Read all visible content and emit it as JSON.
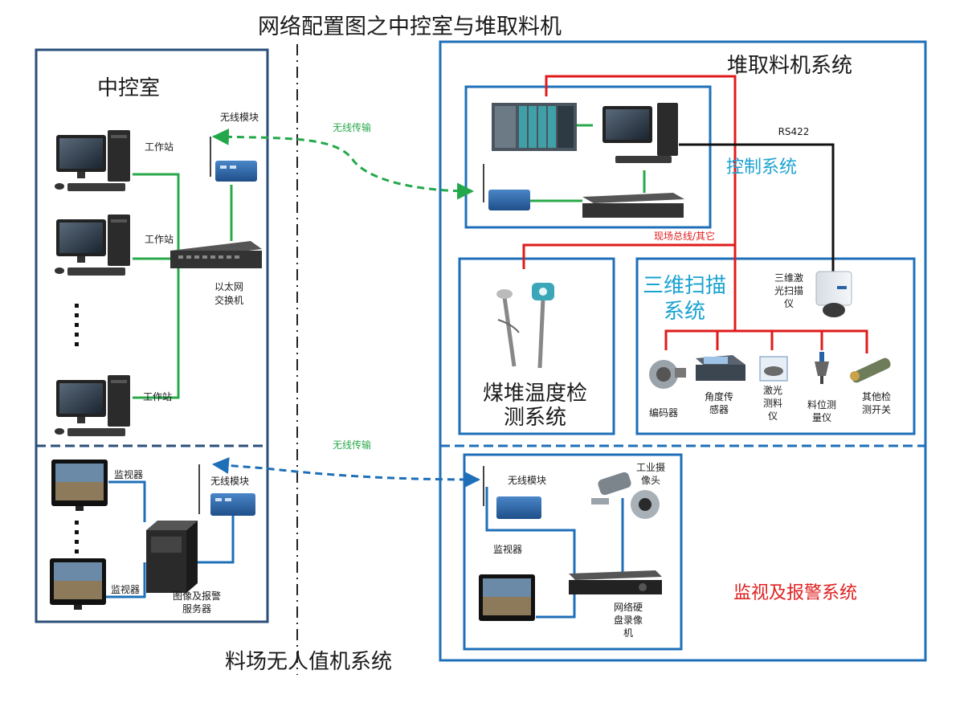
{
  "title": "网络配置图之中控室与堆取料机",
  "bottom_label": "料场无人值机系统",
  "control_room": {
    "title": "中控室",
    "workstation_label": "工作站",
    "wireless_module": "无线模块",
    "switch_label": [
      "以太网",
      "交换机"
    ],
    "monitor_label": "监视器",
    "server_label": [
      "图像及报警",
      "服务器"
    ]
  },
  "wireless_link_top": "无线传输",
  "wireless_link_bottom": "无线传输",
  "machine": {
    "title": "堆取料机系统",
    "rs422": "RS422",
    "control_title": "控制系统",
    "fieldbus": "现场总线/其它",
    "coal_temp_title": [
      "煤堆温度检",
      "测系统"
    ],
    "scan_title": [
      "三维扫描",
      "系统"
    ],
    "laser_scanner": [
      "三维激",
      "光扫描",
      "仪"
    ],
    "sensors": [
      {
        "name": "encoder",
        "label": [
          "编码器"
        ]
      },
      {
        "name": "angle-sensor",
        "label": [
          "角度传",
          "感器"
        ]
      },
      {
        "name": "laser-meter",
        "label": [
          "激光",
          "测料",
          "仪"
        ]
      },
      {
        "name": "level-meter",
        "label": [
          "料位测",
          "量仪"
        ]
      },
      {
        "name": "other-switch",
        "label": [
          "其他检",
          "测开关"
        ]
      }
    ],
    "monitor_system": {
      "title": "监视及报警系统",
      "wireless_module": "无线模块",
      "camera_label": [
        "工业摄",
        "像头"
      ],
      "monitor_label": "监视器",
      "nvr_label": [
        "网络硬",
        "盘录像",
        "机"
      ]
    }
  },
  "colors": {
    "frame_blue": "#1e6fb8",
    "control_room_border": "#2a4f7a",
    "cable_green": "#28a84a",
    "fieldbus_red": "#e01b1b",
    "rs422_black": "#111111",
    "wireless_green": "#22a84a",
    "wireless_blue": "#1e6fb8"
  }
}
